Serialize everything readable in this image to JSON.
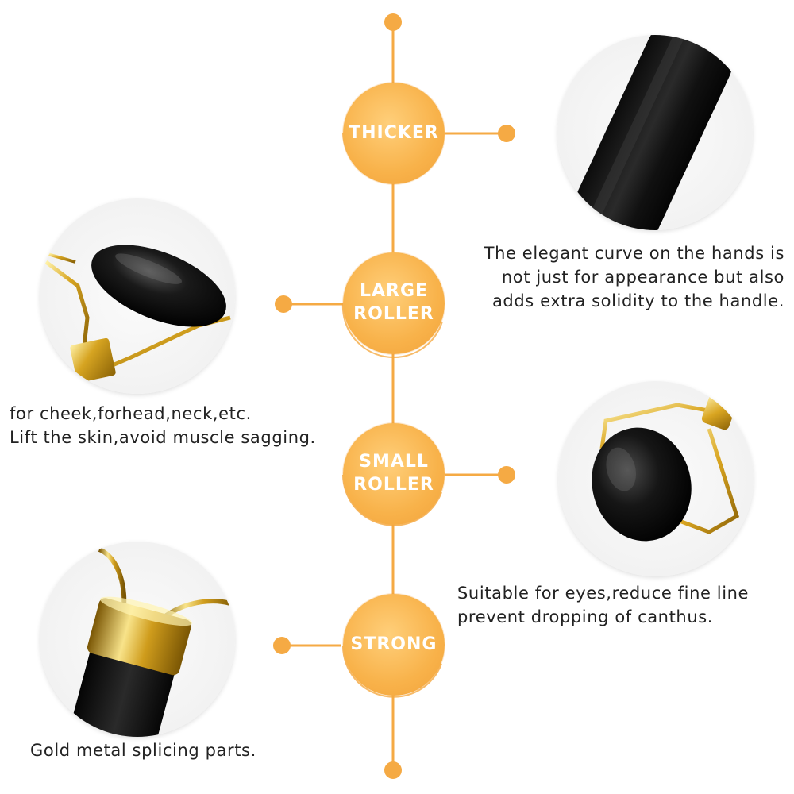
{
  "accent": "#f5aa44",
  "features": [
    {
      "label_lines": [
        "THICKER"
      ]
    },
    {
      "label_lines": [
        "LARGE",
        "ROLLER"
      ]
    },
    {
      "label_lines": [
        "SMALL",
        "ROLLER"
      ]
    },
    {
      "label_lines": [
        "STRONG"
      ]
    }
  ],
  "descriptions": {
    "thicker": [
      "The elegant curve on the hands is",
      "not just for appearance but also",
      "adds extra solidity to the handle."
    ],
    "large_roller": [
      "for cheek,forhead,neck,etc.",
      "Lift the skin,avoid muscle sagging."
    ],
    "small_roller": [
      "Suitable for eyes,reduce fine line",
      "prevent dropping of canthus."
    ],
    "strong": [
      "Gold metal splicing parts."
    ]
  }
}
